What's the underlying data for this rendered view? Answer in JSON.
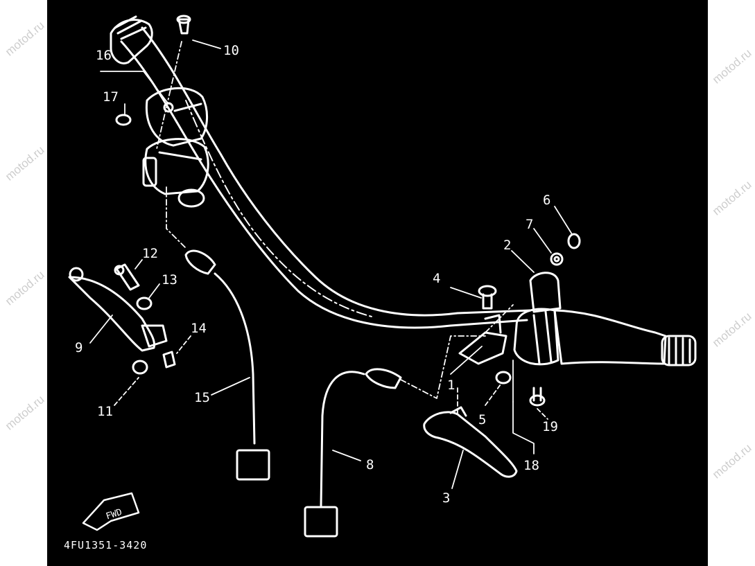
{
  "watermark": "motod.ru",
  "diagram_code": "4FU1351-3420",
  "fwd_label": "FWD",
  "callouts": {
    "c1": "1",
    "c2": "2",
    "c3": "3",
    "c4": "4",
    "c5": "5",
    "c6": "6",
    "c7": "7",
    "c8": "8",
    "c9": "9",
    "c10": "10",
    "c11": "11",
    "c12": "12",
    "c13": "13",
    "c14": "14",
    "c15": "15",
    "c16": "16",
    "c17": "17",
    "c18": "18",
    "c19": "19"
  },
  "colors": {
    "background": "#000000",
    "linework": "#ffffff",
    "margin": "#ffffff",
    "watermark": "#bdbdbd"
  }
}
